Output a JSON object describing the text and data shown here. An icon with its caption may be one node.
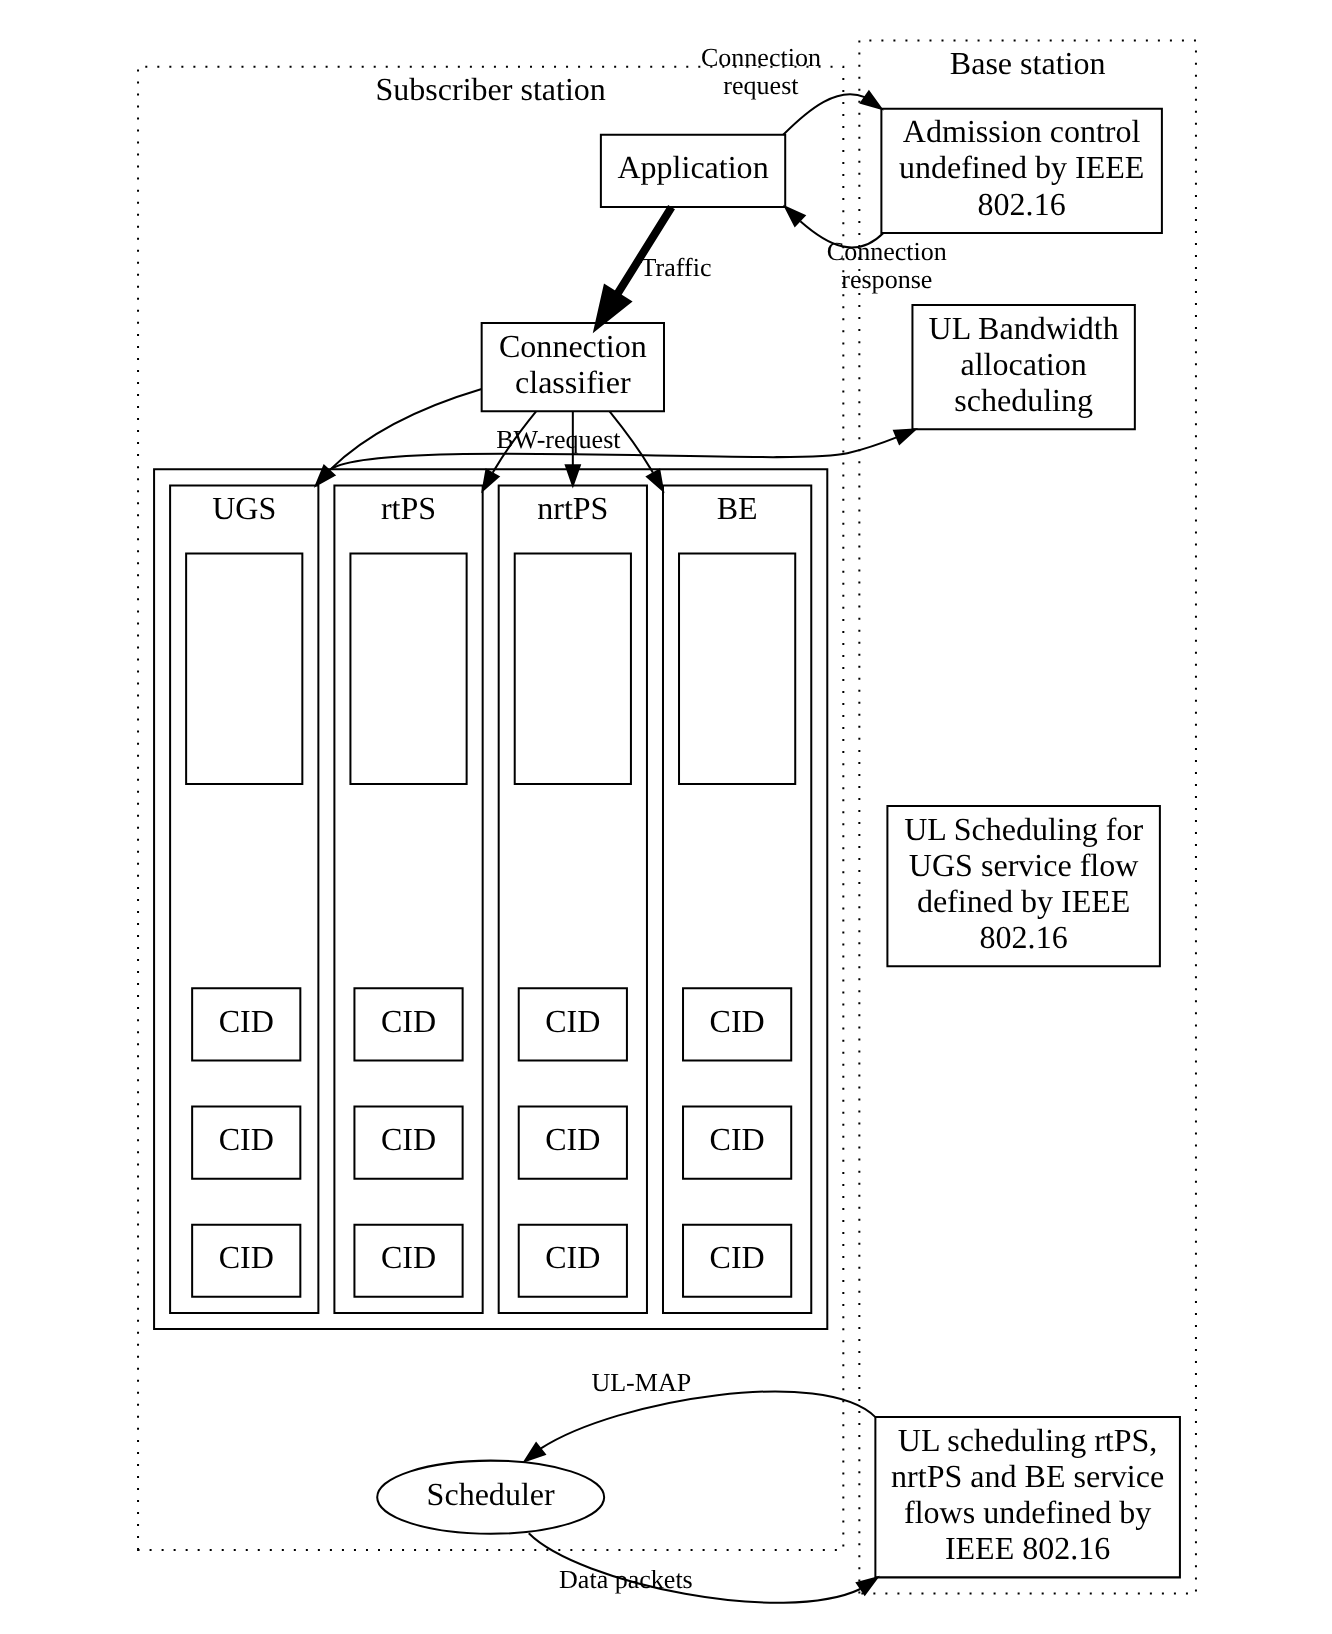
{
  "diagram": {
    "nodes": [
      {
        "text": [
          "Subscriber station"
        ]
      },
      {
        "text": [
          "Application"
        ],
        "in": 0
      },
      {
        "text": [
          "Connection classifier"
        ],
        "in": 0
      },
      {
        "text": [],
        "shape": "box",
        "in": 0
      },
      {
        "text": [
          "UGS"
        ],
        "in": 3
      },
      {
        "text": [],
        "shape": "box",
        "in": 4
      },
      {
        "text": [
          "CID"
        ],
        "in": 4
      },
      {
        "text": [
          "CID"
        ],
        "in": 4
      },
      {
        "text": [
          "CID"
        ],
        "in": 4
      },
      {
        "text": [
          "rtPS"
        ],
        "in": 3
      },
      {
        "text": [],
        "shape": "box",
        "in": 9
      },
      {
        "text": [
          "CID"
        ],
        "in": 9
      },
      {
        "text": [
          "CID"
        ],
        "in": 9
      },
      {
        "text": [
          "CID"
        ],
        "in": 9
      },
      {
        "text": [
          "nrtPS"
        ],
        "in": 3
      },
      {
        "text": [],
        "shape": "box",
        "in": 14
      },
      {
        "text": [
          "CID"
        ],
        "in": 14
      },
      {
        "text": [
          "CID"
        ],
        "in": 14
      },
      {
        "text": [
          "CID"
        ],
        "in": 14
      },
      {
        "text": [
          "BE"
        ],
        "in": 3
      },
      {
        "text": [],
        "shape": "box",
        "in": 19
      },
      {
        "text": [
          "CID"
        ],
        "in": 19
      },
      {
        "text": [
          "CID"
        ],
        "in": 19
      },
      {
        "text": [
          "CID"
        ],
        "in": 19
      },
      {
        "text": [
          "Scheduler"
        ],
        "in": 0
      },
      {
        "text": [
          "Base station"
        ]
      },
      {
        "text": [
          "Admission control undefined by IEEE 802.16"
        ],
        "in": 25
      },
      {
        "text": [
          "UL Bandwidth allocation scheduling"
        ],
        "in": 25
      },
      {
        "text": [
          "UL Scheduling for UGS service flow defined by IEEE 802.16"
        ],
        "in": 25
      },
      {
        "text": [
          "UL scheduling rtPS, nrtPS and BE service flows undefined by IEEE 802.16"
        ],
        "in": 25
      }
    ],
    "edges": [
      {
        "from": 1,
        "to": 26,
        "arrow": "to",
        "label": "Connection request"
      },
      {
        "from": 26,
        "to": 1,
        "arrow": "to",
        "label": "Connection response"
      },
      {
        "from": 1,
        "to": 2,
        "arrow": "to",
        "label": "Traffic",
        "style": "thick"
      },
      {
        "from": 2,
        "to": 4,
        "arrow": "to"
      },
      {
        "from": 2,
        "to": 9,
        "arrow": "to"
      },
      {
        "from": 2,
        "to": 14,
        "arrow": "to"
      },
      {
        "from": 2,
        "to": 19,
        "arrow": "to"
      },
      {
        "from": 3,
        "to": 27,
        "arrow": "to",
        "label": "BW-request"
      },
      {
        "from": 29,
        "to": 24,
        "arrow": "to",
        "label": "UL-MAP"
      },
      {
        "from": 24,
        "to": 29,
        "arrow": "to",
        "label": "Data packets"
      }
    ]
  }
}
